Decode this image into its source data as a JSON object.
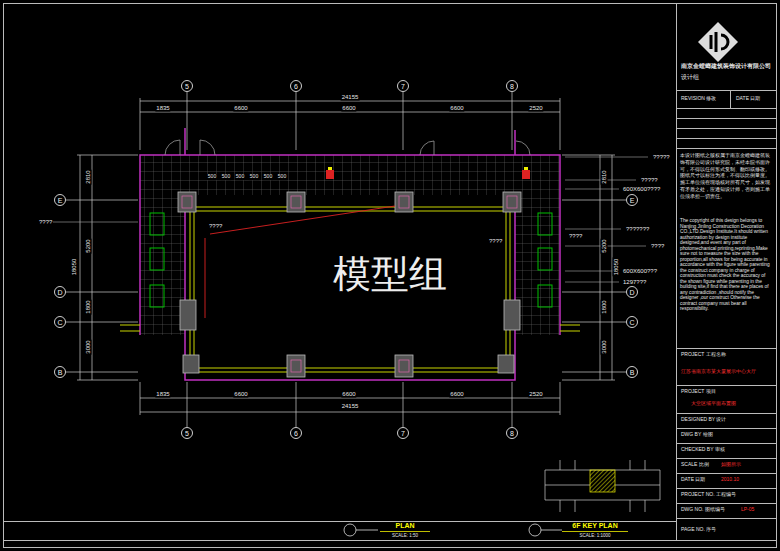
{
  "diagram": {
    "nodes": [
      {
        "text": [
          "5"
        ]
      },
      {
        "text": [
          "6"
        ]
      },
      {
        "text": [
          "7"
        ]
      },
      {
        "text": [
          "8"
        ]
      },
      {
        "text": [
          "5"
        ]
      },
      {
        "text": [
          "6"
        ]
      },
      {
        "text": [
          "7"
        ]
      },
      {
        "text": [
          "8"
        ]
      },
      {
        "text": [
          "E"
        ]
      },
      {
        "text": [
          "D"
        ]
      },
      {
        "text": [
          "C"
        ]
      },
      {
        "text": [
          "B"
        ]
      },
      {
        "text": [
          "E"
        ]
      },
      {
        "text": [
          "D"
        ]
      },
      {
        "text": [
          "C"
        ]
      },
      {
        "text": [
          "B"
        ]
      }
    ],
    "labels": [
      "24155",
      "1835",
      "6600",
      "6600",
      "6600",
      "2520",
      "1835",
      "6600",
      "6600",
      "6600",
      "2520",
      "24155",
      "18050",
      "2810",
      "5200",
      "1800",
      "3000",
      "18050",
      "2810",
      "5200",
      "1800",
      "3000",
      "????",
      "????",
      "?????",
      "?????",
      "600X600????",
      "???????",
      "????",
      "????",
      "????",
      "600X600???",
      "1297???",
      "500",
      "500",
      "500",
      "500",
      "500",
      "500",
      "模型组",
      "PLAN",
      "SCALE: 1:50",
      "6F KEY PLAN",
      "SCALE: 1:1000",
      "南京金螳螂建筑装饰设计有限公司",
      "设计组",
      "REVISION 修改",
      "DATE 日期",
      "本设计图纸之版权属于南京金螳螂建筑装饰有限公司设计研究院，未经本院书面许可，不得以任何形式复制、翻印或修改。图纸尺寸以标注为准，不得以比例量度。施工单位须在现场核对所有尺寸，如发现有矛盾之处，应通知设计师，否则施工单位须承担一切责任。",
      "The copyright of this design belongs to Nanjing Jinling Construction Decoration CO.,LTD.Design Institute.It should written authorization by design institute designed,and event any part of photomechanical printing,reprinting.Make sure not to measure the size with the proportion,all shows for being accurate in accordance with the figure while parenting the construct company in charge of construction must check the accuracy of the shown figure while parenting in the building site,if find that there are places of any contradiction ,should notify the designer ,our construct Otherwise the contract company must bear all responsibility.",
      "PROJECT 工程名称",
      "江苏省南京市某大厦展示中心大厅",
      "PROJECT 项目",
      "大堂区域平面布置图",
      "DESIGNED BY 设计",
      "DWG BY 绘图",
      "CHECKED BY 审核",
      "SCALE 比例",
      "如图所示",
      "DATE 日期",
      "2010.10",
      "PROJECT NO. 工程编号",
      "DWG NO. 图纸编号",
      "LP-05",
      "PAGE NO. 序号"
    ]
  }
}
